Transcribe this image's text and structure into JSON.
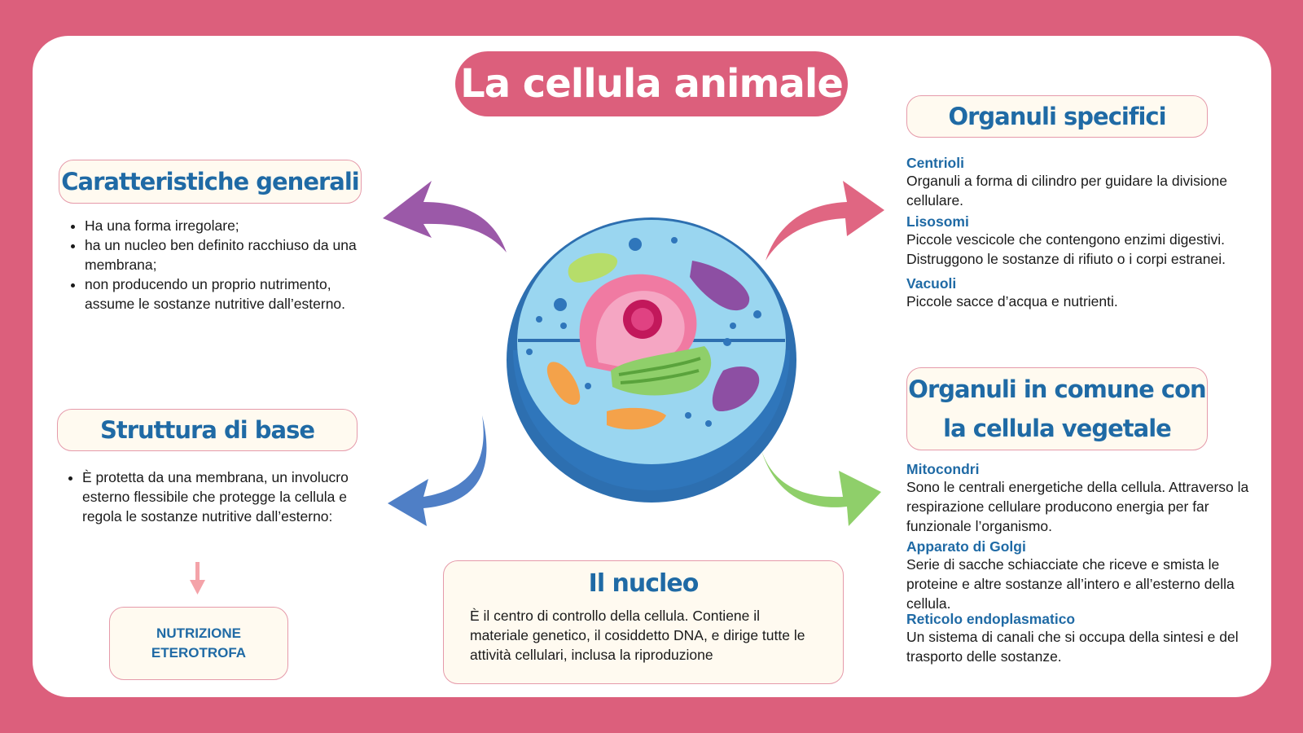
{
  "title": "La cellula animale",
  "colors": {
    "frame": "#dc5f7c",
    "heading_blue": "#1f6aa5",
    "box_bg": "#fffaf0",
    "box_border": "#e59aaa"
  },
  "left": {
    "general": {
      "heading": "Caratteristiche generali",
      "bullets": [
        "Ha una forma irregolare;",
        "ha un nucleo ben definito racchiuso da una membrana;",
        "non producendo un proprio nutrimento, assume le sostanze nutritive dall’esterno."
      ]
    },
    "structure": {
      "heading": "Struttura di base",
      "bullets": [
        "È protetta da una membrana, un involucro esterno flessibile che protegge la cellula e regola le sostanze nutritive dall’esterno:"
      ],
      "result_line1": "NUTRIZIONE",
      "result_line2": "ETEROTROFA"
    }
  },
  "nucleus": {
    "heading": "Il nucleo",
    "text": "È il centro di controllo della cellula. Contiene il materiale genetico, il cosiddetto DNA, e dirige tutte le attività cellulari, inclusa la riproduzione"
  },
  "right": {
    "specific": {
      "heading": "Organuli specifici",
      "items": [
        {
          "name": "Centrioli",
          "desc": "Organuli a forma di cilindro per guidare la divisione cellulare."
        },
        {
          "name": "Lisosomi",
          "desc": "Piccole vescicole che contengono enzimi digestivi. Distruggono le sostanze di rifiuto o i corpi estranei."
        },
        {
          "name": "Vacuoli",
          "desc": "Piccole sacce d’acqua e nutrienti."
        }
      ]
    },
    "common": {
      "heading_line1": "Organuli in comune con",
      "heading_line2": "la cellula vegetale",
      "items": [
        {
          "name": "Mitocondri",
          "desc": "Sono le centrali energetiche della cellula. Attraverso la respirazione cellulare producono energia per far funzionale l’organismo."
        },
        {
          "name": "Apparato di Golgi",
          "desc": "Serie di sacche schiacciate che riceve e smista le proteine e altre sostanze all’intero e all’esterno della cellula."
        },
        {
          "name": "Reticolo endoplasmatico",
          "desc": "Un sistema di canali che si occupa della sintesi e del trasporto delle sostanze."
        }
      ]
    }
  },
  "illustration": {
    "subject": "animal-cell-icon",
    "arrows": [
      {
        "name": "arrow-to-general",
        "color": "#9b59a8"
      },
      {
        "name": "arrow-to-structure",
        "color": "#4f7fc6"
      },
      {
        "name": "arrow-to-specific",
        "color": "#e06682"
      },
      {
        "name": "arrow-to-common",
        "color": "#8fcf6a"
      },
      {
        "name": "arrow-down-to-nutrition",
        "color": "#f4a3a9"
      }
    ]
  }
}
